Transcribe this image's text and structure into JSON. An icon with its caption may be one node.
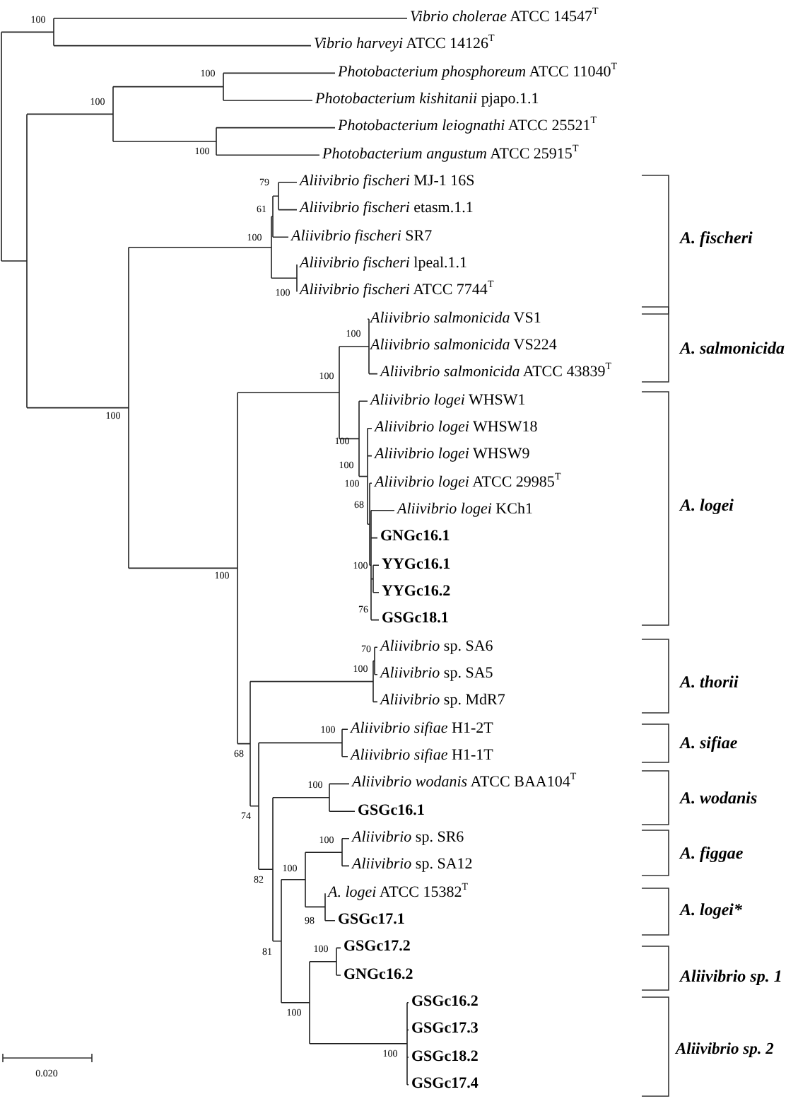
{
  "diagram": {
    "labels": [
      "*Vibrio cholerae* ATCC 14547$^{T}$",
      "*Vibrio harveyi* ATCC 14126$^{T}$",
      "*Photobacterium phosphoreum* ATCC 11040$^{T}$",
      "*Photobacterium kishitanii* pjapo.1.1",
      "*Photobacterium leiognathi* ATCC 25521$^{T}$",
      "*Photobacterium angustum* ATCC 25915$^{T}$",
      "*Aliivibrio fischeri* MJ-1 16S",
      "*Aliivibrio fischeri* etasm.1.1",
      "*Aliivibrio fischeri* SR7",
      "*Aliivibrio fischeri* lpeal.1.1",
      "*Aliivibrio fischeri* ATCC 7744$^{T}$",
      "*Aliivibrio salmonicida* VS1",
      "*Aliivibrio salmonicida* VS224",
      "*Aliivibrio salmonicida* ATCC 43839$^{T}$",
      "*Aliivibrio logei* WHSW1",
      "*Aliivibrio logei* WHSW18",
      "*Aliivibrio logei* WHSW9",
      "*Aliivibrio logei* ATCC 29985$^{T}$",
      "*Aliivibrio logei* KCh1",
      "GNGc16.1",
      "YYGc16.1",
      "YYGc16.2",
      "GSGc18.1",
      "*Aliivibrio* sp. SA6",
      "*Aliivibrio* sp. SA5",
      "*Aliivibrio* sp. MdR7",
      "*Aliivibrio sifiae* H1-2T",
      "*Aliivibrio sifiae* H1-1T",
      "*Aliivibrio wodanis* ATCC BAA104$^{T}$",
      "GSGc16.1",
      "*Aliivibrio* sp. SR6",
      "*Aliivibrio* sp. SA12",
      "*A. logei* ATCC 15382$^{T}$",
      "GSGc17.1",
      "GSGc17.2",
      "GNGc16.2",
      "GSGc16.2",
      "GSGc17.3",
      "GSGc18.2",
      "GSGc17.4",
      "A. fischeri",
      "A. salmonicida",
      "A. logei",
      "A. thorii",
      "A. sifiae",
      "A. wodanis",
      "A. figgae",
      "A. logei*",
      "*Aliivibrio* sp. 1",
      "*Aliivibrio* sp. 2",
      "100",
      "100",
      "100",
      "100",
      "79",
      "61",
      "100",
      "100",
      "100",
      "100",
      "100",
      "100",
      "100",
      "100",
      "68",
      "100",
      "100",
      "76",
      "70",
      "100",
      "100",
      "68",
      "100",
      "74",
      "100",
      "100",
      "82",
      "98",
      "100",
      "81",
      "100",
      "100",
      "0.020"
    ]
  }
}
